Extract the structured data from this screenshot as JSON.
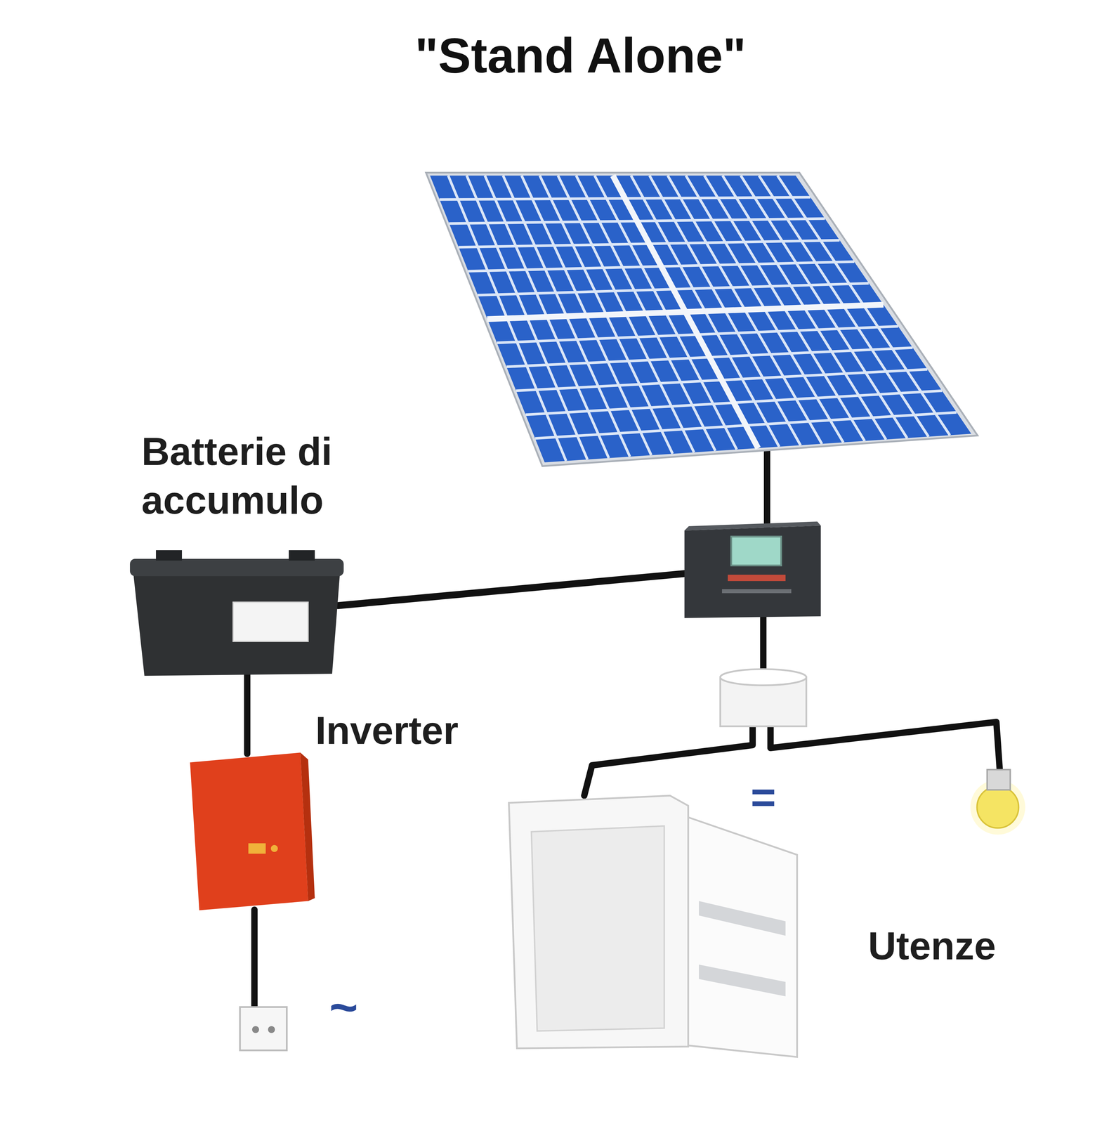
{
  "diagram": {
    "title": "\"Stand Alone\"",
    "labels": [
      "Batterie di accumulo",
      "Inverter",
      "=",
      "Utenze",
      "~"
    ]
  }
}
